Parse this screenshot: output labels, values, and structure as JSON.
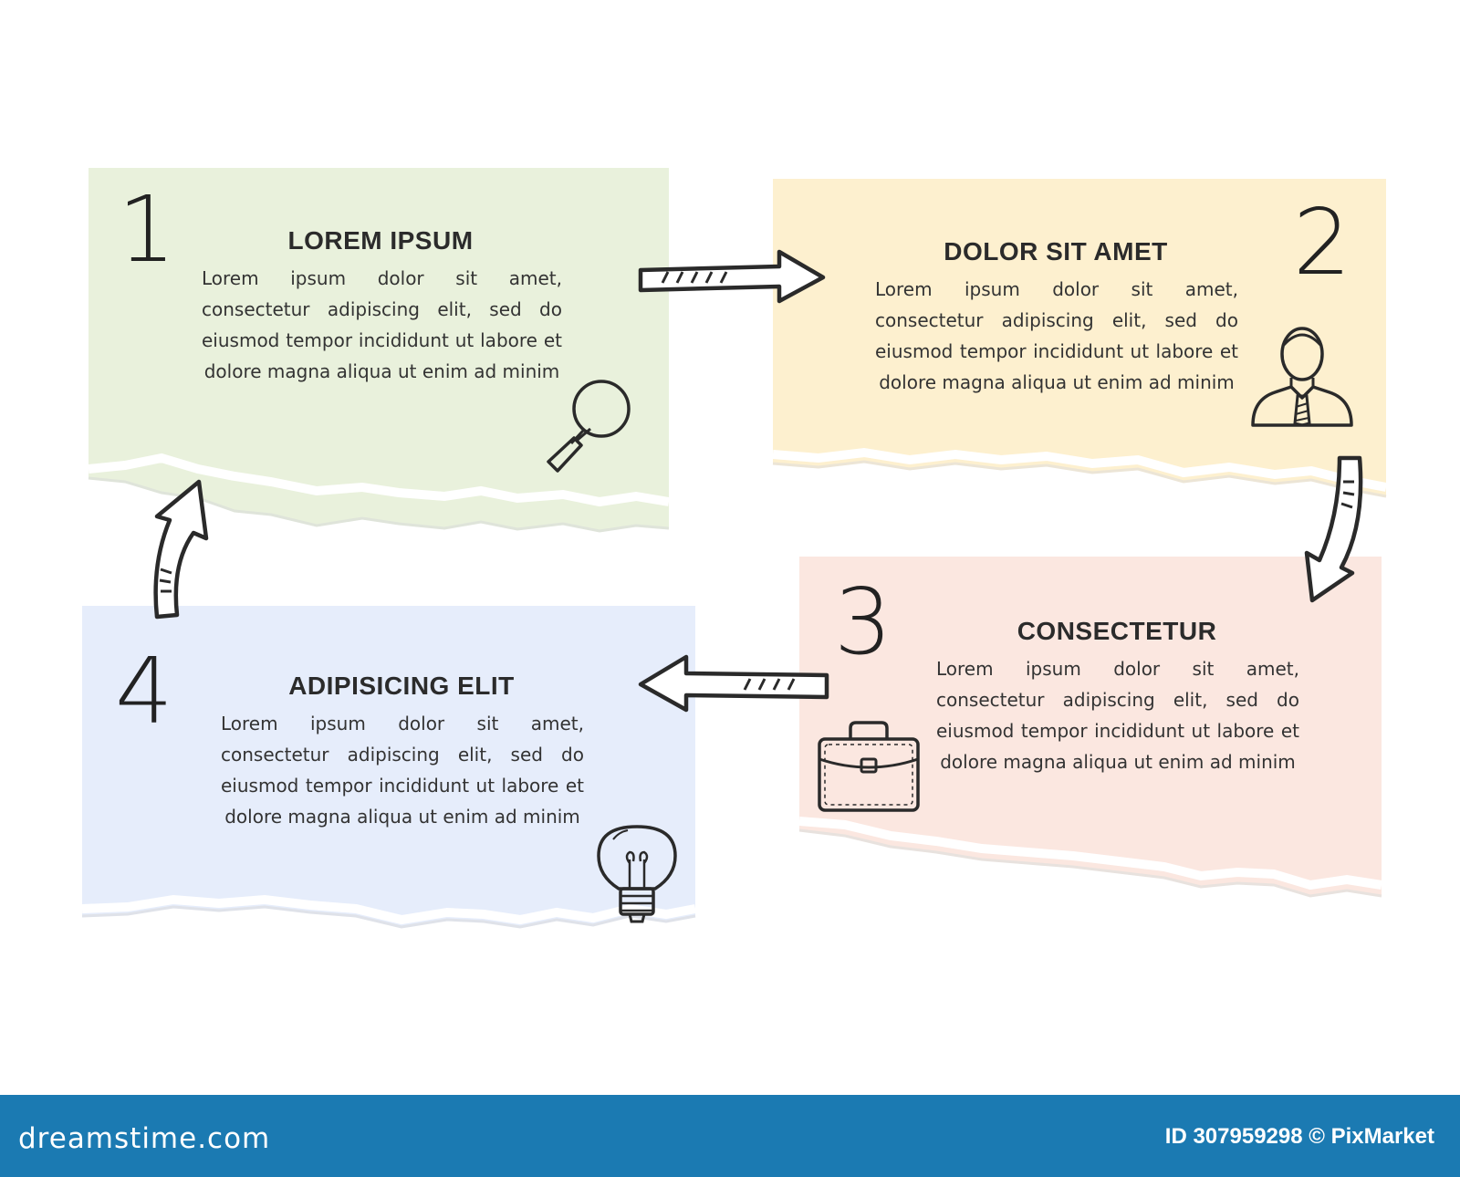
{
  "colors": {
    "step1": "#e9f1dc",
    "step2": "#fdf0cf",
    "step3": "#fbe7e0",
    "step4": "#e6edfb",
    "footer": "#1b7ab2",
    "ink": "#2a2a2a"
  },
  "steps": [
    {
      "number": "1",
      "title": "LOREM IPSUM",
      "body": "Lorem ipsum dolor sit amet, consectetur adipiscing elit, sed do eiusmod tempor incididunt ut labore et dolore magna aliqua ut enim ad minim",
      "icon": "magnifier-icon"
    },
    {
      "number": "2",
      "title": "DOLOR SIT AMET",
      "body": "Lorem ipsum dolor sit amet, consectetur adipiscing elit, sed do eiusmod tempor incididunt ut labore et dolore magna aliqua ut enim ad minim",
      "icon": "businessman-icon"
    },
    {
      "number": "3",
      "title": "CONSECTETUR",
      "body": "Lorem ipsum dolor sit amet, consectetur adipiscing elit, sed do eiusmod tempor incididunt ut labore et dolore magna aliqua ut enim ad minim",
      "icon": "briefcase-icon"
    },
    {
      "number": "4",
      "title": "ADIPISICING ELIT",
      "body": "Lorem ipsum dolor sit amet, consectetur adipiscing elit, sed do eiusmod tempor incididunt ut labore et dolore magna aliqua ut enim ad minim",
      "icon": "lightbulb-icon"
    }
  ],
  "arrows": [
    {
      "from": "1",
      "to": "2",
      "icon": "arrow-right-icon"
    },
    {
      "from": "2",
      "to": "3",
      "icon": "arrow-down-icon"
    },
    {
      "from": "3",
      "to": "4",
      "icon": "arrow-left-icon"
    },
    {
      "from": "4",
      "to": "1",
      "icon": "arrow-up-icon"
    }
  ],
  "footer": {
    "brand": "dreamstime.com",
    "credit": "ID 307959298 © PixMarket"
  }
}
